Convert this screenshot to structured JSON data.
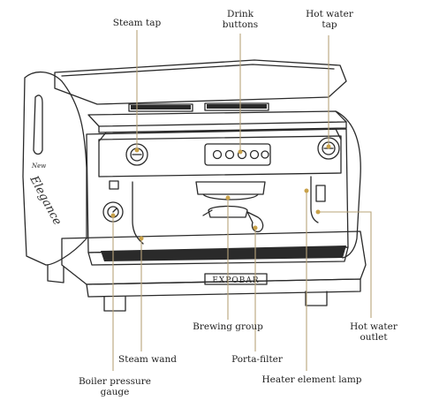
{
  "labels": {
    "steam_tap": "Steam tap",
    "drink_buttons_1": "Drink",
    "drink_buttons_2": "buttons",
    "hot_water_tap_1": "Hot water",
    "hot_water_tap_2": "tap",
    "hot_water_outlet_1": "Hot water",
    "hot_water_outlet_2": "outlet",
    "brewing_group": "Brewing group",
    "steam_wand": "Steam wand",
    "porta_filter": "Porta-filter",
    "boiler_pressure_gauge_1": "Boiler pressure",
    "boiler_pressure_gauge_2": "gauge",
    "heater_element_lamp": "Heater element lamp"
  },
  "machine_text": {
    "brand_plate": "EXPOBAR",
    "side_brand_small": "New",
    "side_brand_large": "Elegance"
  },
  "colors": {
    "leader_line": "#b8a47a",
    "leader_dot": "#c9a24a",
    "outline": "#2a2a2a",
    "label_text": "#1f1f1f"
  }
}
